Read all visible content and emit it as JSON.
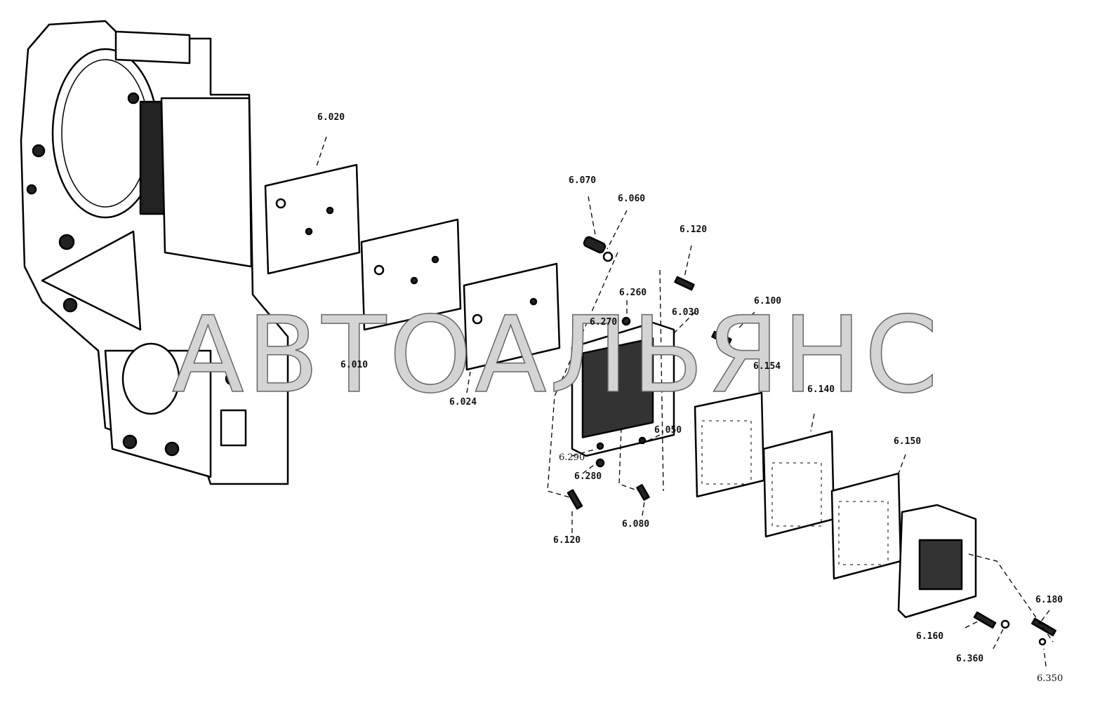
{
  "watermark": "АВТОАЛЬЯНС",
  "callouts": [
    {
      "id": "6.020"
    },
    {
      "id": "6.070"
    },
    {
      "id": "6.060"
    },
    {
      "id": "6.120"
    },
    {
      "id": "6.260"
    },
    {
      "id": "6.030"
    },
    {
      "id": "6.100"
    },
    {
      "id": "6.270"
    },
    {
      "id": "6.010"
    },
    {
      "id": "6.024"
    },
    {
      "id": "6.154"
    },
    {
      "id": "6.140"
    },
    {
      "id": "6.050"
    },
    {
      "id": "6.290"
    },
    {
      "id": "6.280"
    },
    {
      "id": "6.080"
    },
    {
      "id": "6.120"
    },
    {
      "id": "6.150"
    },
    {
      "id": "6.180"
    },
    {
      "id": "6.160"
    },
    {
      "id": "6.360"
    },
    {
      "id": "6.350"
    }
  ]
}
